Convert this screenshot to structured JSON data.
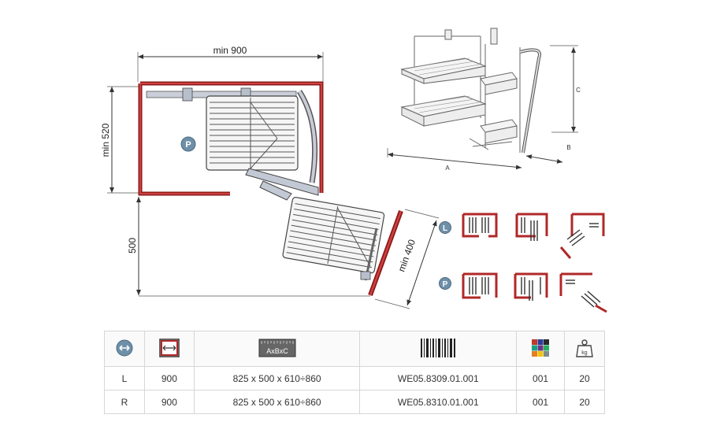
{
  "drawing": {
    "dim_top": "min 900",
    "dim_left": "min 520",
    "dim_bottom_left": "500",
    "dim_diag": "min 400",
    "plan_marker": "P",
    "iso_labels": {
      "a": "A",
      "b": "B",
      "c": "C"
    },
    "variant_left": "L",
    "variant_right": "P"
  },
  "table": {
    "header_icons": [
      "direction-icon",
      "width-icon",
      "dimensions-icon",
      "barcode-icon",
      "color-icon",
      "weight-icon"
    ],
    "dimensions_icon_text": "AxBxC",
    "weight_icon_text": "kg",
    "swatch_colors": [
      "#c0392b",
      "#2c3e9e",
      "#2a2a2a",
      "#16a085",
      "#6c3483",
      "#27ae60",
      "#e67e22",
      "#f1c40f",
      "#7f8c8d"
    ],
    "rows": [
      {
        "side": "L",
        "width": "900",
        "dims": "825 x 500 x 610÷860",
        "code": "WE05.8309.01.001",
        "color": "001",
        "weight": "20"
      },
      {
        "side": "R",
        "width": "900",
        "dims": "825 x 500 x 610÷860",
        "code": "WE05.8310.01.001",
        "color": "001",
        "weight": "20"
      }
    ]
  }
}
